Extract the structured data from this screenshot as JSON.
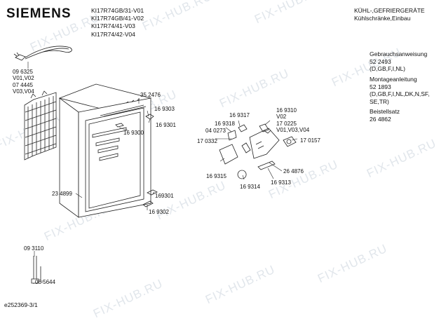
{
  "brand": "SIEMENS",
  "models": [
    "KI17R74GB/31-V01",
    "KI17R74GB/41-V02",
    "KI17R74/41-V03",
    "KI17R74/42-V04"
  ],
  "category": [
    "KÜHL-,GEFRIERGERÄTE",
    "Kühlschränke,Einbau"
  ],
  "side_info": {
    "gebrauch": [
      "Gebrauchsanweisung",
      "52 2493",
      "(D,GB,F,I,NL)"
    ],
    "montage": [
      "Montageanleitung",
      "52 1893",
      "(D,GB,F,I,NL,DK,N,SF,",
      "SE,TR)"
    ],
    "beistell": [
      "Beistellsatz",
      "26 4862"
    ]
  },
  "parts": {
    "p096325": "09 6325",
    "pv01v02": "V01,V02",
    "p074445": "07 4445",
    "pv03v04": "V03,V04",
    "p352476": "35 2476",
    "p169303": "16 9303",
    "p169300": "16 9300",
    "p169301a": "16 9301",
    "p234899": "23 4899",
    "p169301b": "169301",
    "p169302": "16 9302",
    "p093110": "09 3110",
    "p065644": "06 5644",
    "p169317": "16 9317",
    "p169310": "16 9310",
    "pv02": "V02",
    "p169318": "16 9318",
    "p170225": "17 0225",
    "pv01v03v04": "V01,V03,V04",
    "p040273": "04 0273",
    "p170157": "17 0157",
    "p170332": "17 0332",
    "p264876": "26 4876",
    "p169315": "16 9315",
    "p169313": "16 9313",
    "p169314": "16 9314"
  },
  "doc_id": "e252369-3/1",
  "watermark": "FIX-HUB.RU"
}
